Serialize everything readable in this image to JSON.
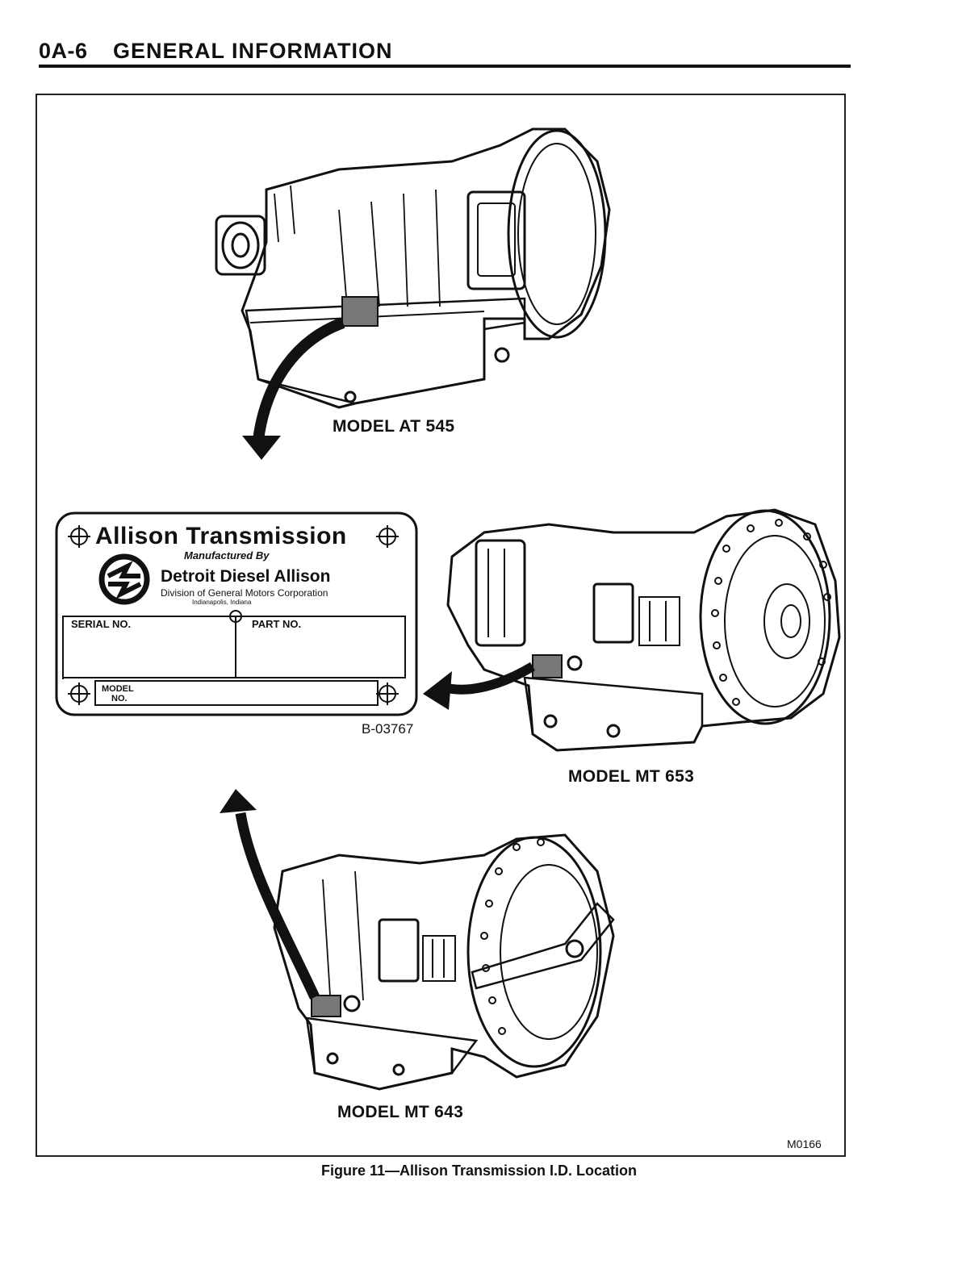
{
  "header": {
    "page_number": "0A-6",
    "section_title": "GENERAL INFORMATION"
  },
  "figure": {
    "caption": "Figure 11—Allison Transmission I.D. Location",
    "figure_code": "M0166",
    "plate_code": "B-03767"
  },
  "models": {
    "top": "MODEL AT 545",
    "middle": "MODEL MT 653",
    "bottom": "MODEL MT 643"
  },
  "id_plate": {
    "brand": "Allison Transmission",
    "manufactured_by": "Manufactured By",
    "maker": "Detroit Diesel Allison",
    "division": "Division of General Motors Corporation",
    "location": "Indianapolis, Indiana",
    "serial_label": "SERIAL NO.",
    "part_label": "PART NO.",
    "model_label_1": "MODEL",
    "model_label_2": "NO."
  }
}
